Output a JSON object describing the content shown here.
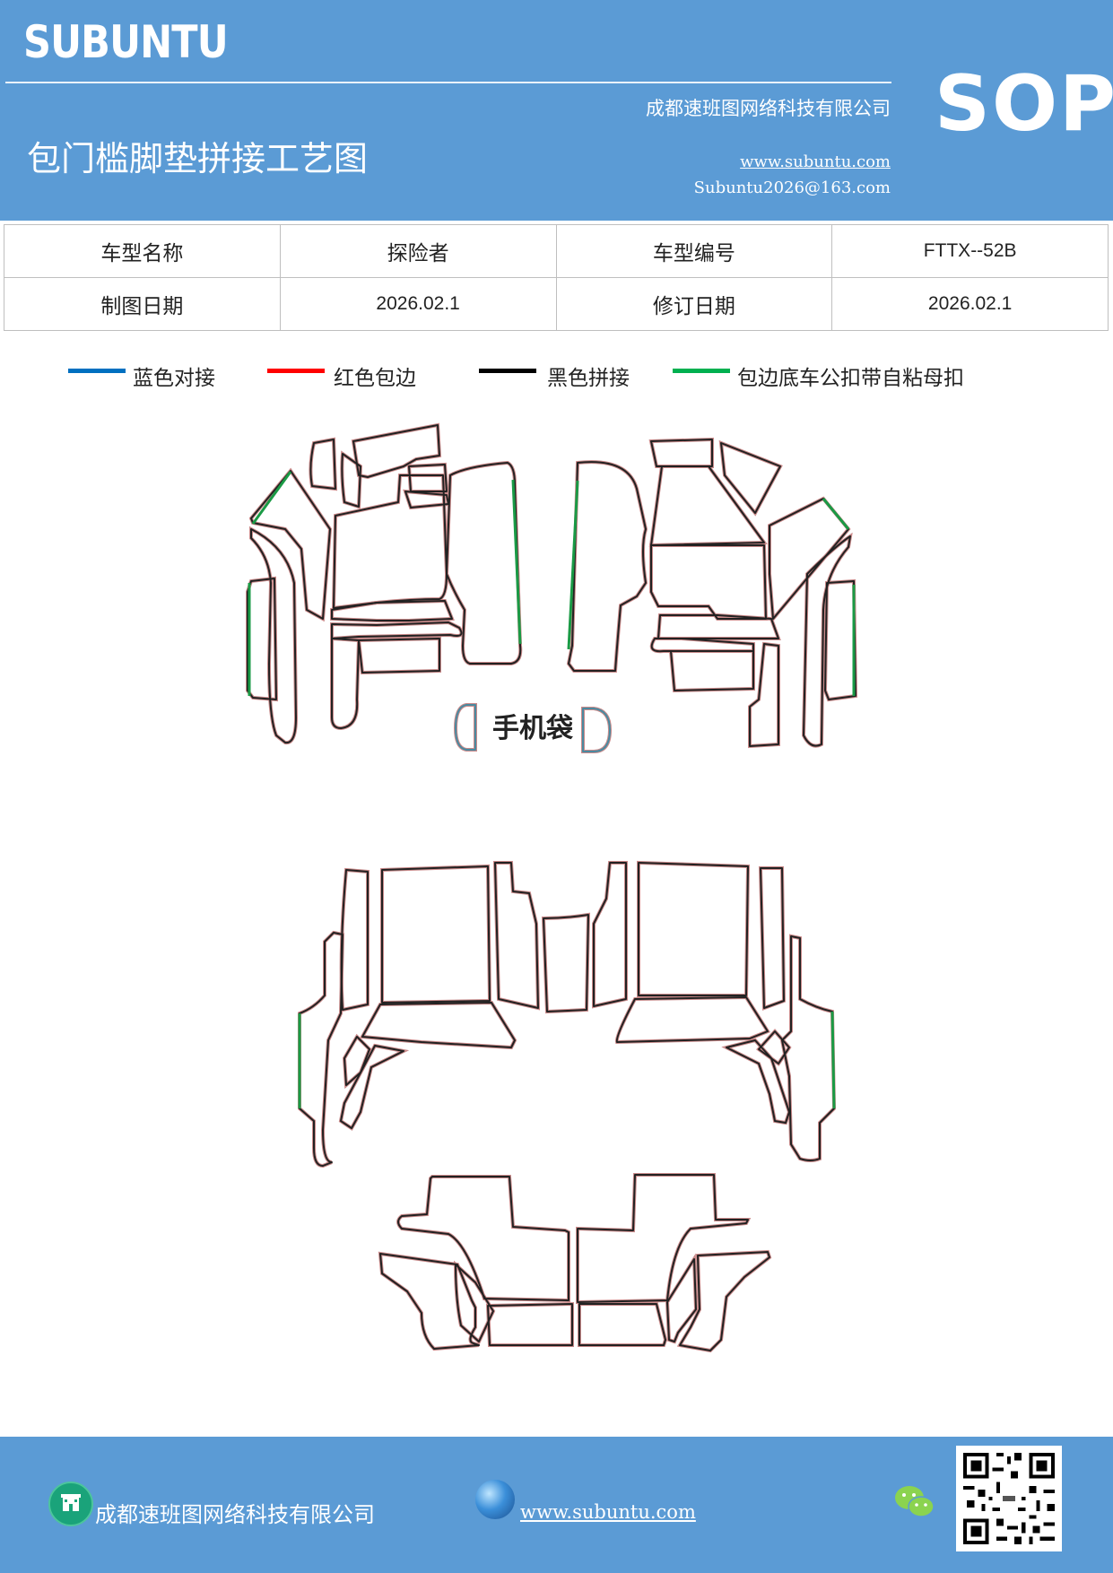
{
  "header": {
    "brand": "SUBUNTU",
    "company": "成都速班图网络科技有限公司",
    "title": "包门槛脚垫拼接工艺图",
    "website": "www.subuntu.com",
    "email": "Subuntu2026@163.com",
    "badge": "SOP"
  },
  "info_table": [
    {
      "label": "车型名称",
      "value": "探险者",
      "label2": "车型编号",
      "value2": "FTTX--52B"
    },
    {
      "label": "制图日期",
      "value": "2026.02.1",
      "label2": "修订日期",
      "value2": "2026.02.1"
    }
  ],
  "legend": [
    {
      "label": "蓝色对接",
      "color": "#0070c0"
    },
    {
      "label": "红色包边",
      "color": "#ff0000"
    },
    {
      "label": "黑色拼接",
      "color": "#000000"
    },
    {
      "label": "包边底车公扣带自粘母扣",
      "color": "#00b050"
    }
  ],
  "diagram": {
    "phone_pocket_label": "手机袋",
    "outline_color": "#c98a8a",
    "seam_color": "#222222",
    "velcro_color": "#1a9a45"
  },
  "footer": {
    "company": "成都速班图网络科技有限公司",
    "website": "www.subuntu.com"
  }
}
